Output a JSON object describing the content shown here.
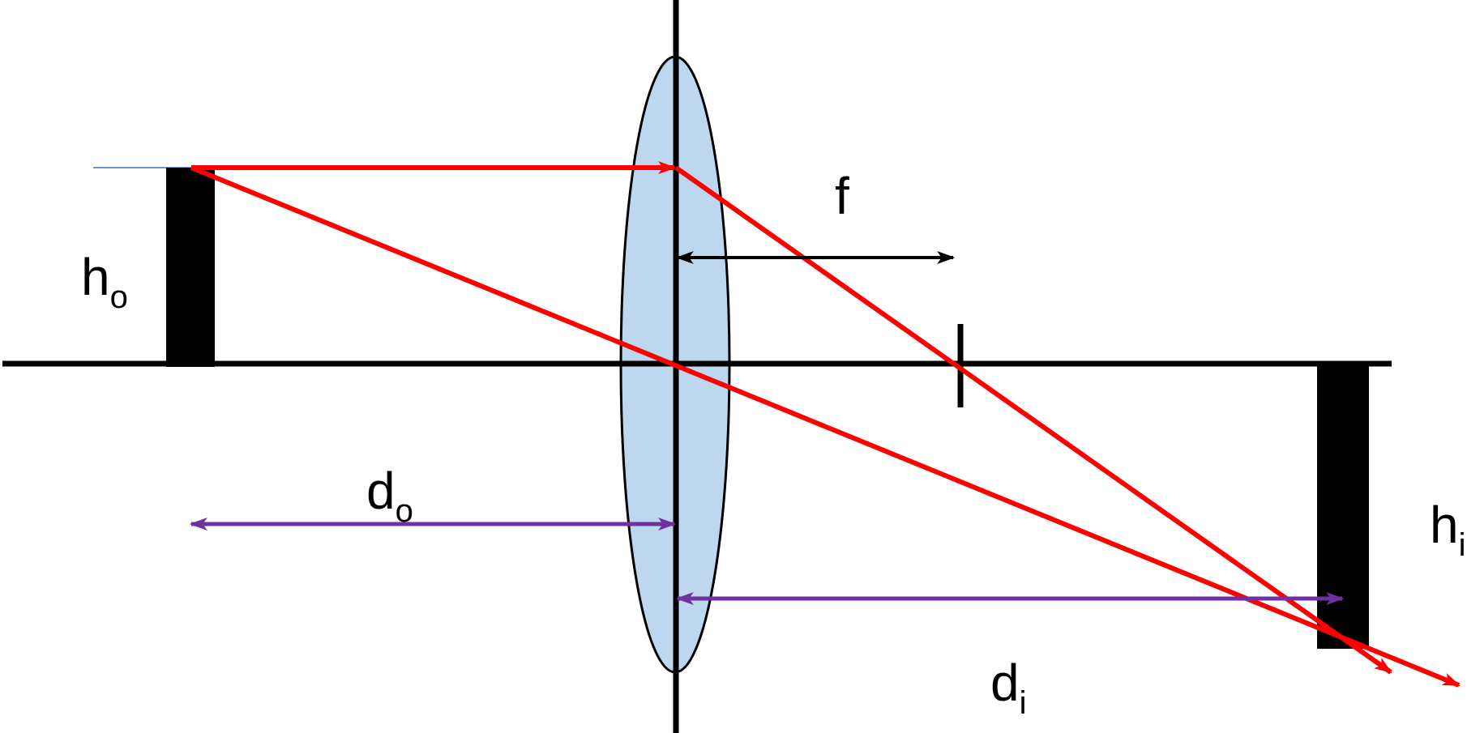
{
  "labels": {
    "object_height": {
      "main": "h",
      "sub": "o"
    },
    "image_height": {
      "main": "h",
      "sub": "i"
    },
    "object_distance": {
      "main": "d",
      "sub": "o"
    },
    "image_distance": {
      "main": "d",
      "sub": "i"
    },
    "focal_length": {
      "main": "f"
    }
  },
  "colors": {
    "ray": "#ff0000",
    "distance_arrow": "#7030a0",
    "focal_arrow": "#000000",
    "lens_fill": "#bdd7ee",
    "lens_stroke": "#000000",
    "object": "#000000",
    "image": "#000000",
    "optical_axis": "#000000",
    "guide_line": "#4472c4"
  }
}
